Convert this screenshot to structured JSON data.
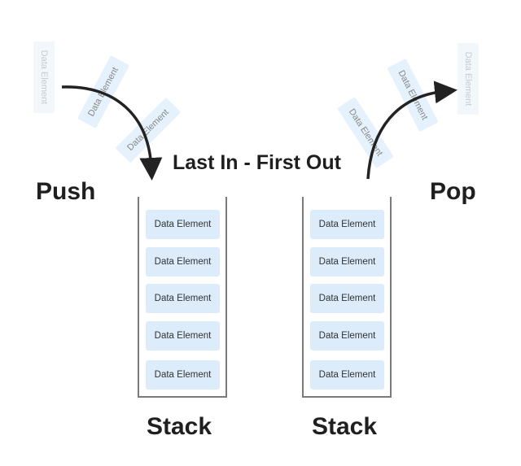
{
  "title": "Last In - First Out",
  "push_label": "Push",
  "pop_label": "Pop",
  "stack_label": "Stack",
  "element_label": "Data Element",
  "left_stack": [
    "Data Element",
    "Data Element",
    "Data Element",
    "Data Element",
    "Data Element"
  ],
  "right_stack": [
    "Data Element",
    "Data Element",
    "Data Element",
    "Data Element",
    "Data Element"
  ],
  "push_trail": [
    "Data Element",
    "Data Element",
    "Data Element"
  ],
  "pop_trail": [
    "Data Element",
    "Data Element",
    "Data Element"
  ],
  "colors": {
    "element_fill": "#dcecfb",
    "arrow": "#222222",
    "text": "#1f1f1f"
  }
}
